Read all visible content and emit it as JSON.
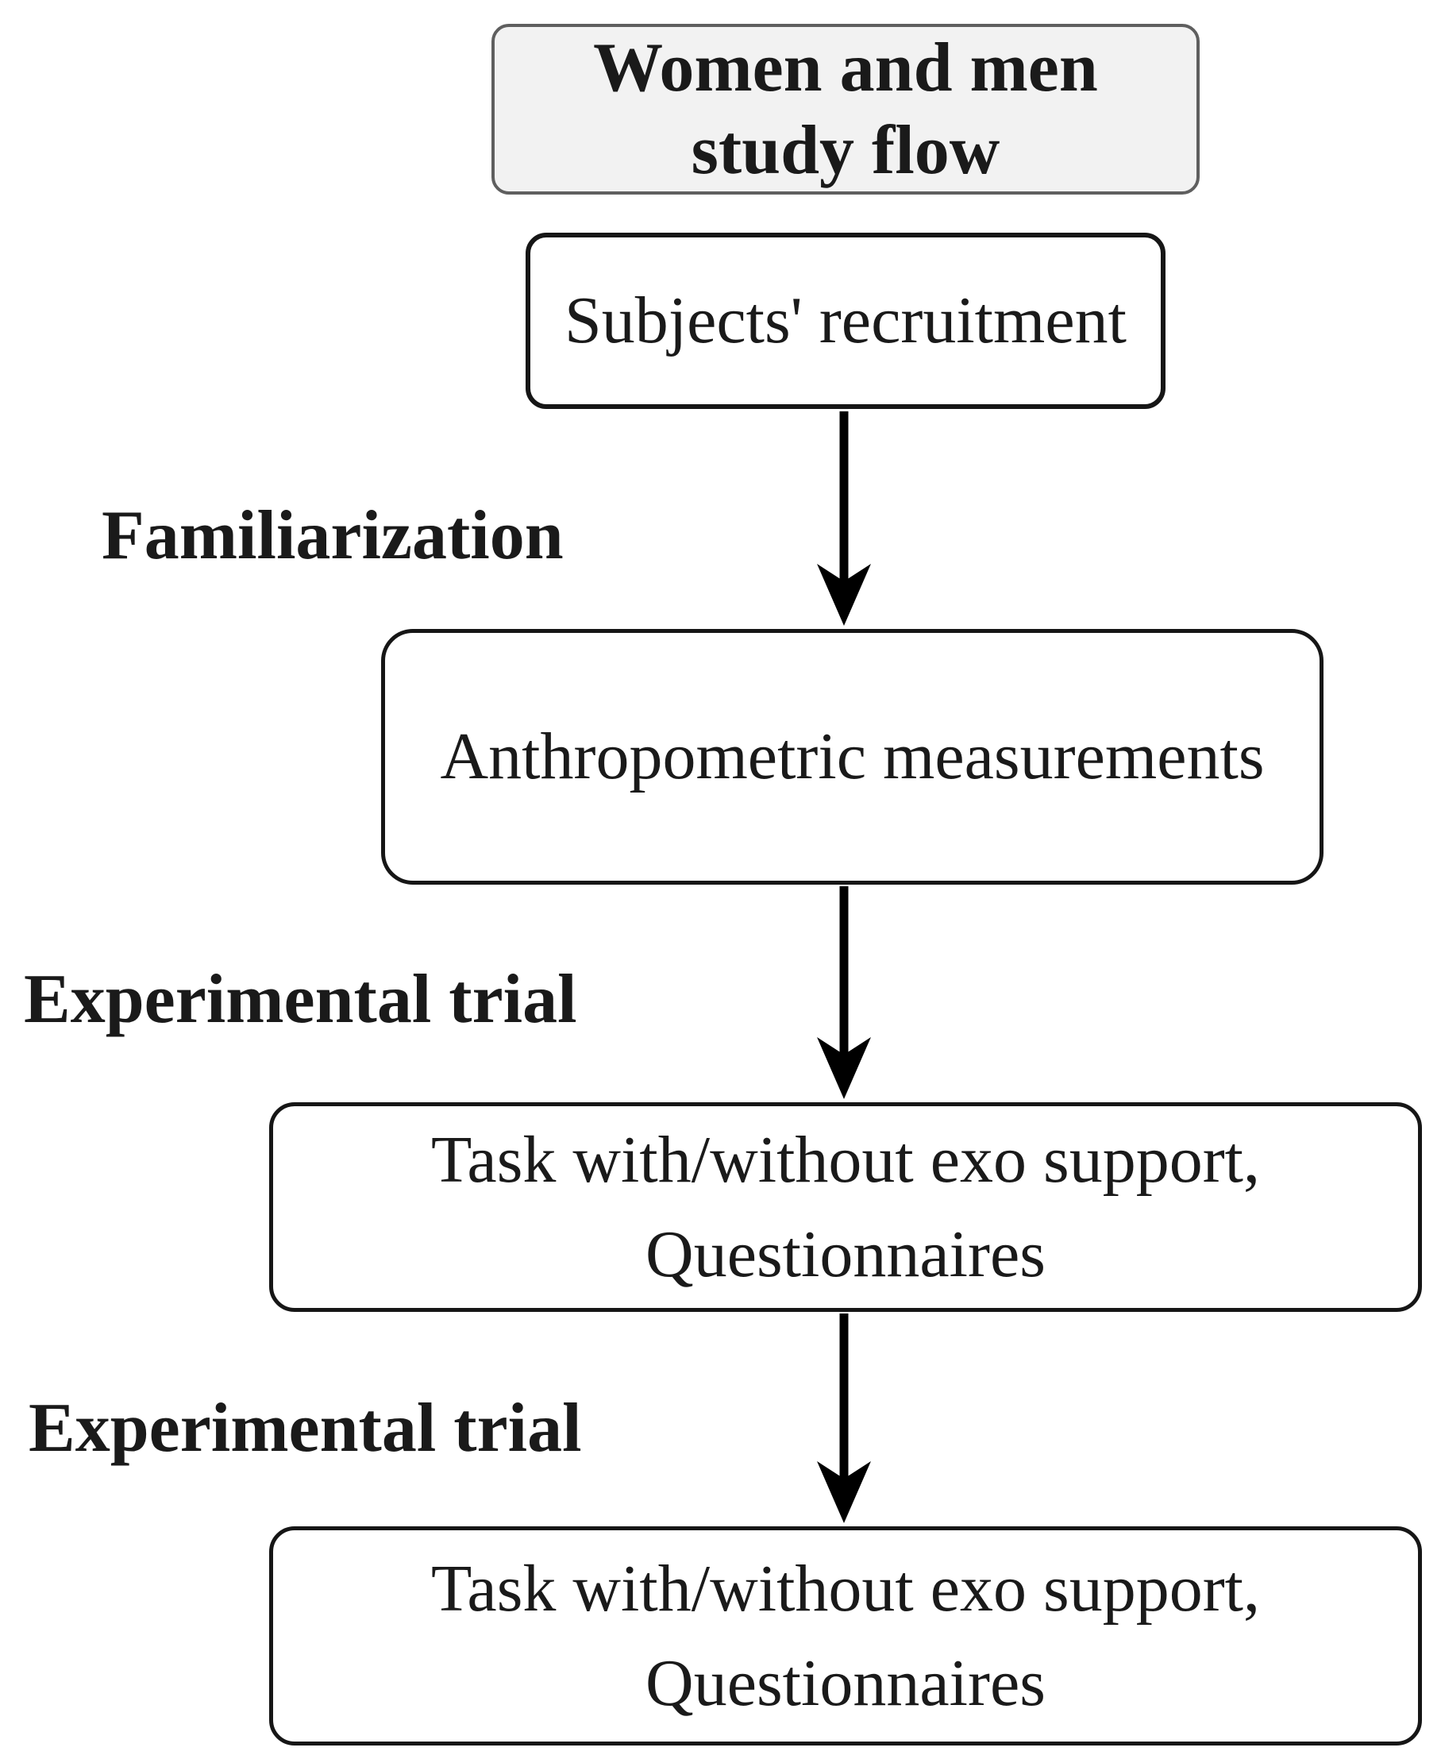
{
  "flow": {
    "title": "Women and men\nstudy flow",
    "steps": [
      {
        "label": "Subjects' recruitment"
      },
      {
        "label": "Anthropometric measurements"
      },
      {
        "label": "Task with/without exo support,\nQuestionnaires"
      },
      {
        "label": "Task with/without exo support,\nQuestionnaires"
      }
    ],
    "phases": [
      {
        "label": "Familiarization"
      },
      {
        "label": "Experimental trial"
      },
      {
        "label": "Experimental trial"
      }
    ]
  },
  "colors": {
    "background": "#ffffff",
    "text": "#1a1a1a",
    "box_border": "#161616",
    "box_fill": "#ffffff",
    "title_border": "#5f5f5f",
    "title_fill": "#f2f2f2",
    "arrow": "#000000"
  }
}
